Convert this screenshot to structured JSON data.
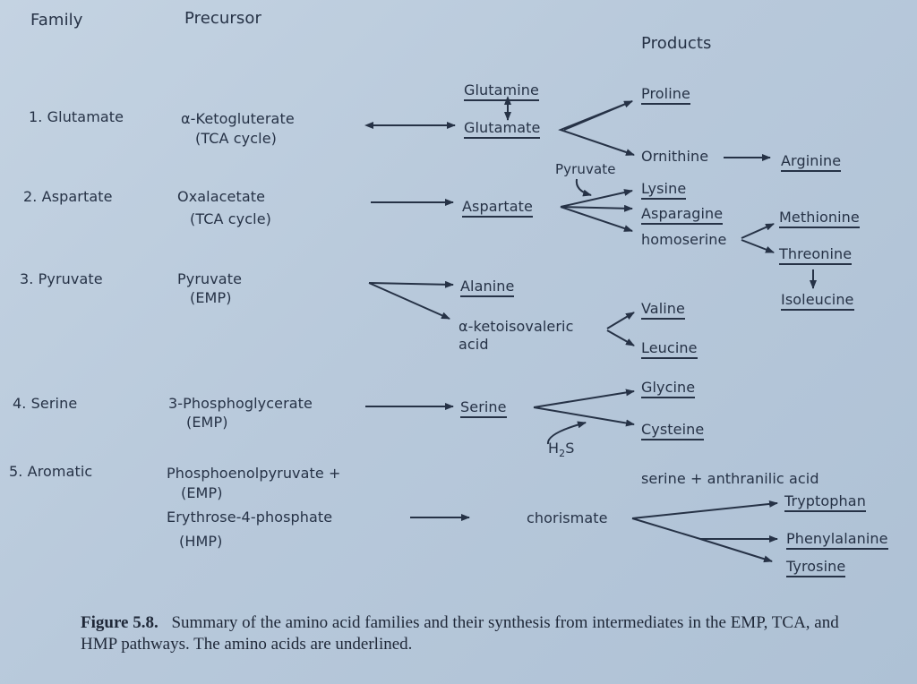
{
  "headers": {
    "family": "Family",
    "precursor": "Precursor",
    "products": "Products"
  },
  "families": [
    {
      "label": "1. Glutamate",
      "precursor_line1": "α-Ketogluterate",
      "precursor_line2": "(TCA cycle)"
    },
    {
      "label": "2. Aspartate",
      "precursor_line1": "Oxalacetate",
      "precursor_line2": "(TCA cycle)"
    },
    {
      "label": "3. Pyruvate",
      "precursor_line1": "Pyruvate",
      "precursor_line2": "(EMP)"
    },
    {
      "label": "4. Serine",
      "precursor_line1": "3-Phosphoglycerate",
      "precursor_line2": "(EMP)"
    },
    {
      "label": "5. Aromatic",
      "precursor_line1": "Phosphoenolpyruvate +",
      "precursor_line2": "(EMP)",
      "precursor_line3": "Erythrose-4-phosphate",
      "precursor_line4": "(HMP)"
    }
  ],
  "intermediates": {
    "glutamine": "Glutamine",
    "glutamate": "Glutamate",
    "aspartate": "Aspartate",
    "pyruvate_side": "Pyruvate",
    "alanine": "Alanine",
    "ketoisovaleric_1": "α-ketoisovaleric",
    "ketoisovaleric_2": "acid",
    "serine": "Serine",
    "h2s_h": "H",
    "h2s_2": "2",
    "h2s_s": "S",
    "chorismate": "chorismate",
    "serine_anthranilic": "serine + anthranilic acid"
  },
  "products": {
    "proline": "Proline",
    "ornithine": "Ornithine",
    "arginine": "Arginine",
    "lysine": "Lysine",
    "asparagine": "Asparagine",
    "homoserine": "homoserine",
    "methionine": "Methionine",
    "threonine": "Threonine",
    "isoleucine": "Isoleucine",
    "valine": "Valine",
    "leucine": "Leucine",
    "glycine": "Glycine",
    "cysteine": "Cysteine",
    "tryptophan": "Tryptophan",
    "phenylalanine": "Phenylalanine",
    "tyrosine": "Tyrosine"
  },
  "caption": {
    "label": "Figure 5.8.",
    "text": "Summary of the amino acid families and their synthesis from intermediates in the EMP, TCA, and HMP pathways. The amino acids are underlined."
  },
  "colors": {
    "ink": "#263246",
    "background": "#b8c9db"
  }
}
